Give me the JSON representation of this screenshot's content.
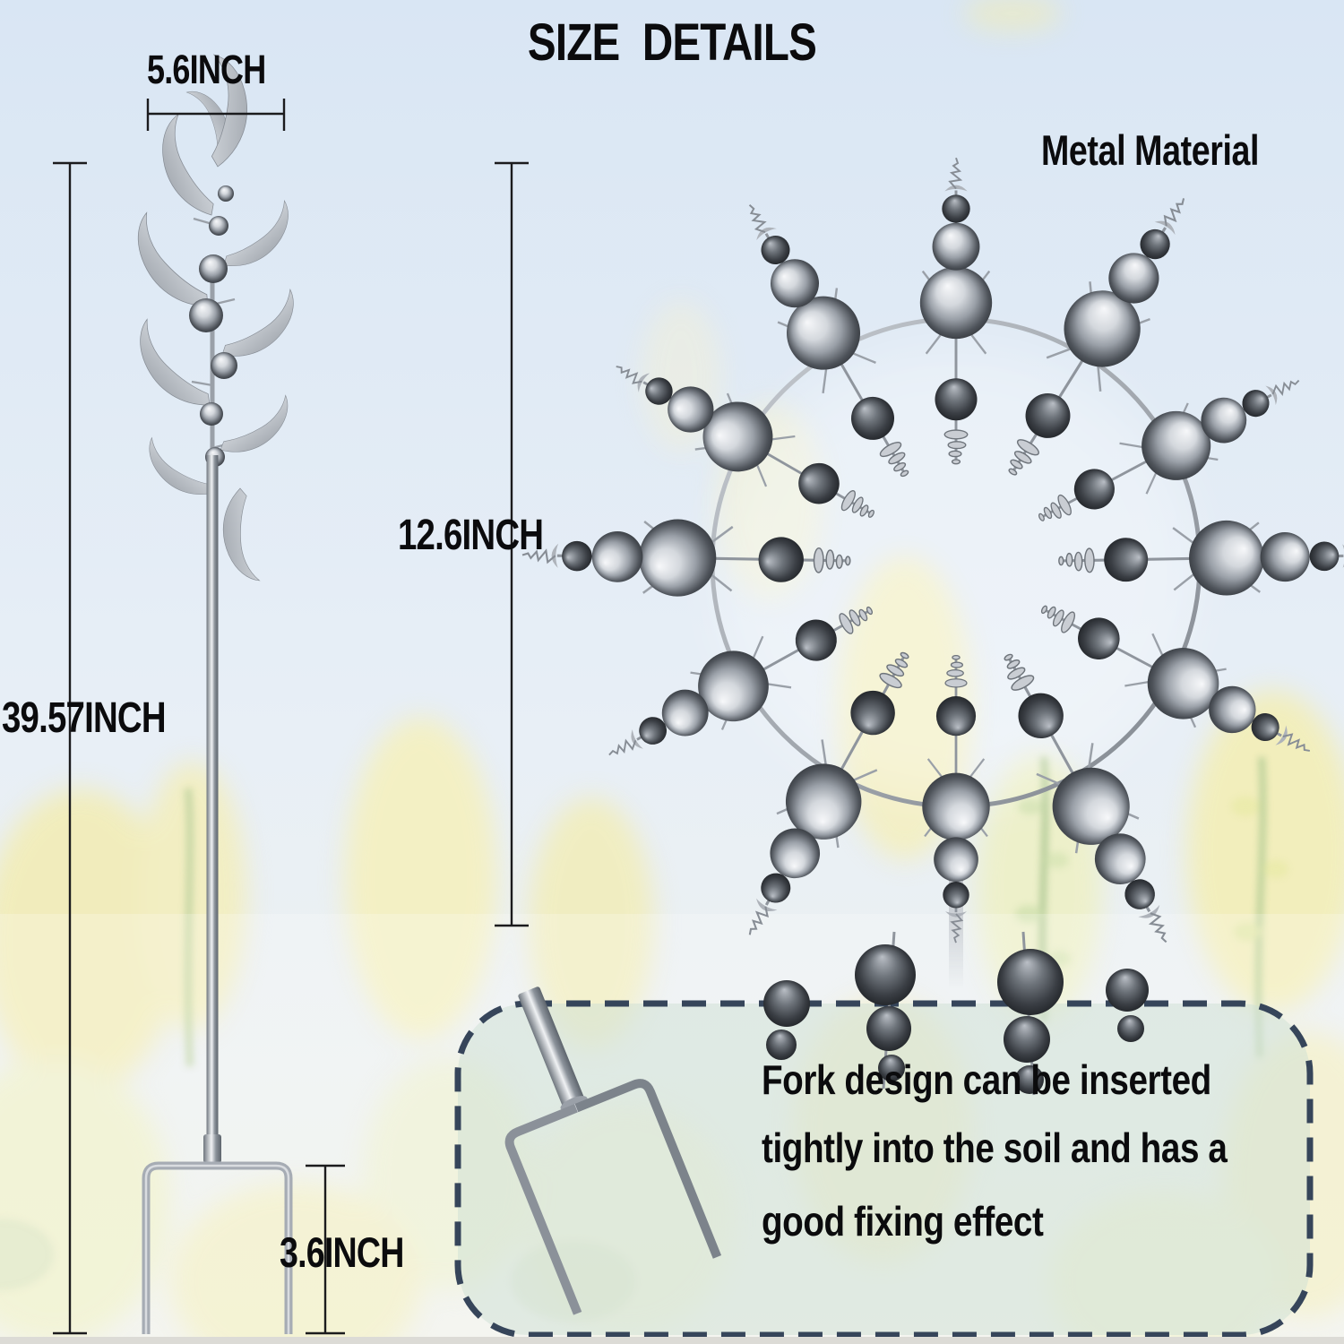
{
  "title": "SIZE  DETAILS",
  "labels": {
    "spinner_width": "5.6INCH",
    "total_height": "39.57INCH",
    "wheel_height": "12.6INCH",
    "fork_height": "3.6INCH",
    "material": "Metal Material"
  },
  "info_box": {
    "line1": "Fork design can be inserted",
    "line2": "tightly into the soil and has a",
    "line3": "good fixing effect"
  },
  "colors": {
    "text": "#0b0b0d",
    "dimension_line": "#1b1b1d",
    "dashed_border": "#36455a",
    "box_fill": "rgba(206,223,212,0.5)",
    "sky_top": "#d9e6f4",
    "metal_light": "#eef0f3",
    "metal_dark": "#23262b",
    "flower": "#f3edb2"
  }
}
